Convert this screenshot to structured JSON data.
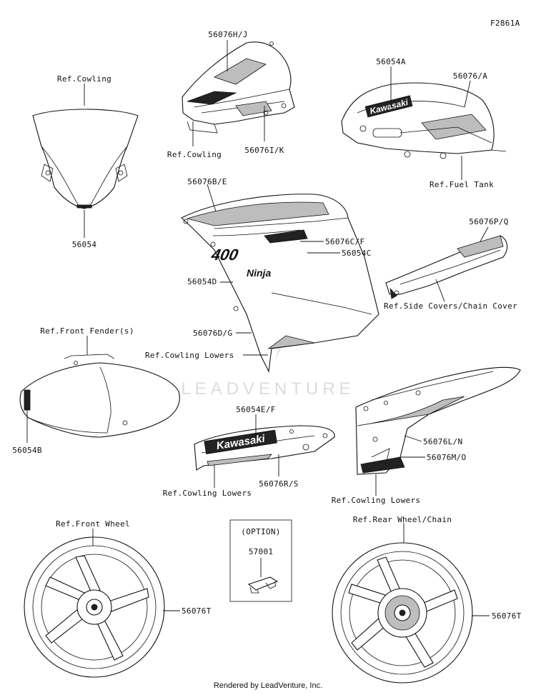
{
  "figure_id": "F2861A",
  "watermark": "LEADVENTURE",
  "footer": "Rendered by LeadVenture, Inc.",
  "option_box": {
    "title": "(OPTION)",
    "part": "57001"
  },
  "decal_text": {
    "kawasaki": "Kawasaki",
    "model": "400",
    "ninja": "Ninja"
  },
  "callouts": {
    "c56076HJ": "56076H/J",
    "refCowlingTop": "Ref.Cowling",
    "c56076IK": "56076I/K",
    "refCowlingWind": "Ref.Cowling",
    "c56054": "56054",
    "c56054A": "56054A",
    "c56076A": "56076/A",
    "refFuelTank": "Ref.Fuel Tank",
    "c56076BE": "56076B/E",
    "c56076CF": "56076C/F",
    "c56054C": "56054C",
    "c56054D": "56054D",
    "c56076DG": "56076D/G",
    "refCowlingLowersMid": "Ref.Cowling Lowers",
    "c56076PQ": "56076P/Q",
    "refSideCovers": "Ref.Side Covers/Chain Cover",
    "refFrontFender": "Ref.Front Fender(s)",
    "c56054B": "56054B",
    "c56054EF": "56054E/F",
    "c56076RS": "56076R/S",
    "refCowlingLowersLeft": "Ref.Cowling Lowers",
    "c56076LN": "56076L/N",
    "c56076MO": "56076M/O",
    "refCowlingLowersRight": "Ref.Cowling Lowers",
    "refFrontWheel": "Ref.Front Wheel",
    "c56076TFront": "56076T",
    "refRearWheel": "Ref.Rear Wheel/Chain",
    "c56076TRear": "56076T"
  }
}
